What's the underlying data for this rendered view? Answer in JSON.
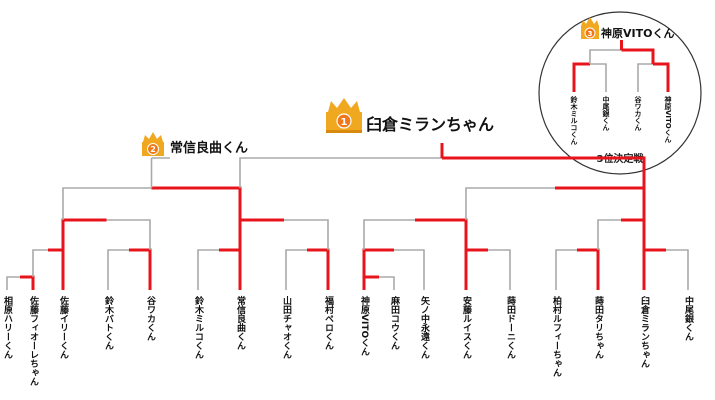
{
  "champion": {
    "rank": "1",
    "name": "臼倉ミランちゃん"
  },
  "runner_up": {
    "rank": "2",
    "name": "常信良曲くん"
  },
  "third_place": {
    "rank": "3",
    "name": "神原VITOくん"
  },
  "third_place_match": {
    "title": "3位決定戦",
    "players": [
      "鈴木ミルコくん",
      "中尾銀くん",
      "谷ワカくん",
      "神原VITOくん"
    ]
  },
  "players": [
    "相原ハリーくん",
    "佐藤フィオーレちゃん",
    "佐藤イリーくん",
    "鈴木バトくん",
    "谷ワカくん",
    "鈴木ミルコくん",
    "常信良曲くん",
    "山田チャオくん",
    "福村ペロくん",
    "神原VITOくん",
    "麻田コウくん",
    "矢ノ中永遠くん",
    "安藤ルイスくん",
    "蒔田ドーニくん",
    "柏村ルフィーちゃん",
    "蒔田タリちゃん",
    "臼倉ミランちゃん",
    "中尾銀くん"
  ],
  "colors": {
    "win": "#e8141c",
    "lose": "#aaaaaa",
    "crown": "#f0a820",
    "medal": "#f07818"
  }
}
